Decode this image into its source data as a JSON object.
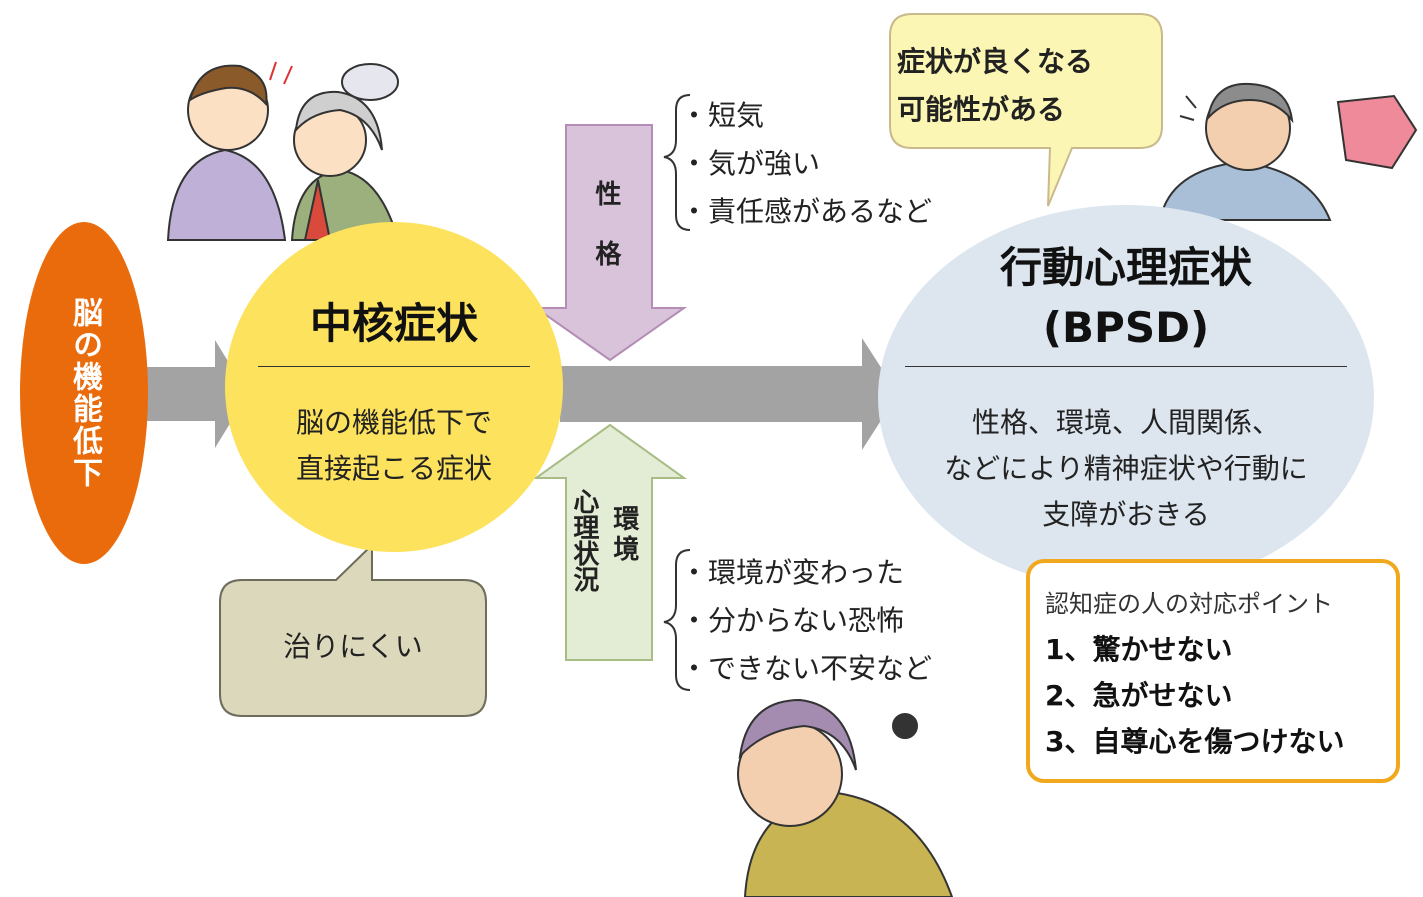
{
  "brain_decline": "脳の機能低下",
  "core": {
    "title": "中核症状",
    "desc_line1": "脳の機能低下で",
    "desc_line2": "直接起こる症状",
    "bubble": "治りにくい"
  },
  "personality": {
    "label": "性格",
    "items": [
      "・短気",
      "・気が強い",
      "・責任感があるなど"
    ]
  },
  "environment": {
    "label": "環境",
    "label2": "心理状況",
    "items": [
      "・環境が変わった",
      "・分からない恐怖",
      "・できない不安など"
    ]
  },
  "bpsd": {
    "title_line1": "行動心理症状",
    "title_line2": "(BPSD)",
    "desc_line1": "性格、環境、人間関係、",
    "desc_line2": "などにより精神症状や行動に",
    "desc_line3": "支障がおきる",
    "bubble_line1": "症状が良くなる",
    "bubble_line2": "可能性がある"
  },
  "points": {
    "title": "認知症の人の対応ポイント",
    "items": [
      "1、驚かせない",
      "2、急がせない",
      "3、自尊心を傷つけない"
    ]
  },
  "colors": {
    "orange": "#ea6b0c",
    "yellow": "#fde25d",
    "light_blue": "#dde6ee",
    "arrow_gray": "#a3a3a3",
    "pink_arrow": "#d8c3db",
    "green_arrow": "#e3ecd5",
    "bubble_yellow": "#fbf6b4",
    "bubble_khaki": "#dbd8bb",
    "points_border": "#f1a81c"
  }
}
